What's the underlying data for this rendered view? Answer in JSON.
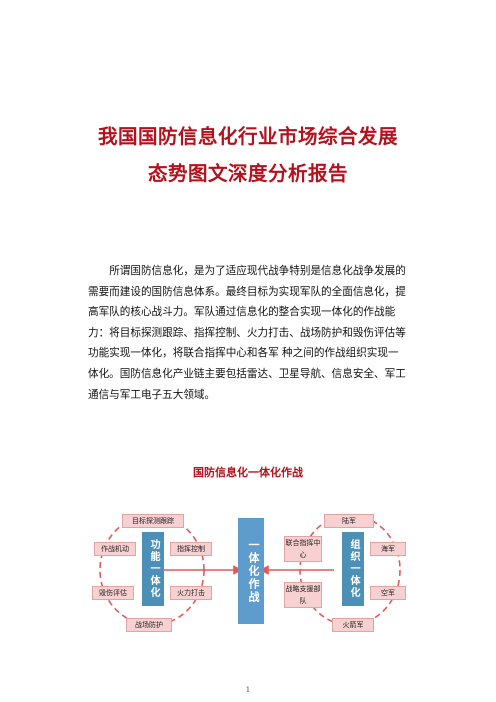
{
  "title": {
    "line1": "我国国防信息化行业市场综合发展",
    "line2": "态势图文深度分析报告"
  },
  "paragraph_lines": [
    "所谓国防信息化，是为了适应现代战争特别是信息化战争发展的",
    "需要而建设的国防信息体系。最终目标为实现军队的全面信息化，提",
    "高军队的核心战斗力。军队通过信息化的整合实现一体化的作战能",
    "力：将目标探测跟踪、指挥控制、火力打击、战场防护和毁伤评估等",
    "功能实现一体化，将联合指挥中心和各军  种之间的作战组织实现一",
    "体化。国防信息化产业链主要包括雷达、卫星导航、信息安全、军工",
    "通信与军工电子五大领域。"
  ],
  "figure": {
    "caption": "国防信息化一体化作战",
    "left_center_label": "功能一体化",
    "center_label": "一体化作战",
    "right_center_label": "组织一体化",
    "left_nodes": {
      "top": "目标探测跟踪",
      "upper_left": "作战机动",
      "upper_right": "指挥控制",
      "lower_left": "毁伤评估",
      "lower_right": "火力打击",
      "bottom": "战场防护"
    },
    "right_nodes": {
      "top": "陆军",
      "upper_left": "联合指挥中心",
      "upper_right": "海军",
      "lower_left": "战略支援部队",
      "lower_right": "空军",
      "bottom": "火箭军"
    },
    "colors": {
      "node_fill": "#f7d1d1",
      "bar_fill": "#4c90b8",
      "arrow": "#e05a5a"
    }
  },
  "page_number": "1"
}
